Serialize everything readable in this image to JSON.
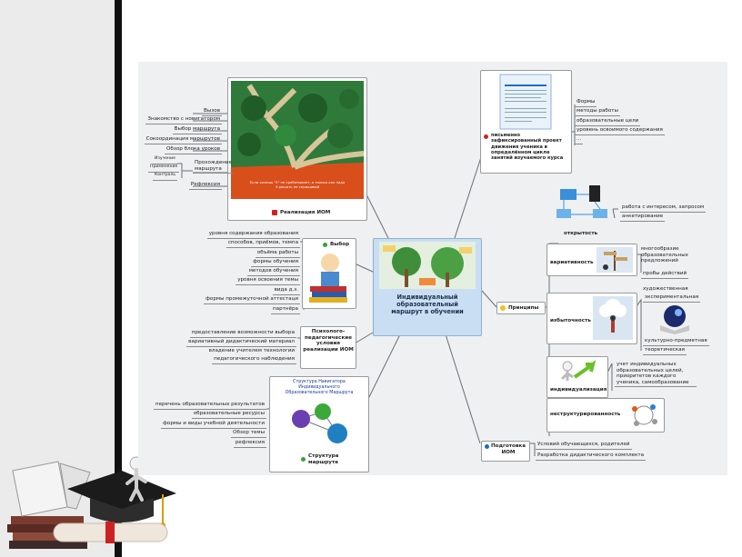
{
  "center": {
    "title": "Индивидуальный образовательный маршрут в обучении"
  },
  "realization": {
    "title": "Реализация ИОМ",
    "items": [
      "Вызов",
      "Знакомство с новигатором",
      "Выбор маршрута",
      "Сокоординация маршрутов",
      "Обзор блока уроков"
    ],
    "prohozhdenie": "Прохождение маршрута",
    "sub": [
      "Изучение",
      "Применение",
      "Контроль"
    ],
    "last": "Рефлексия",
    "slide_text": "Если хочешь \"5\" не срабатывает, а только как надо 3 решать не спрашивай"
  },
  "written": {
    "title": "письменно зафиксированный проект движения ученика в определённом цикле занятий изучаемого курса",
    "items": [
      "Формы",
      "методы работы",
      "образовательные цели",
      "уровень освоимого содержания",
      "..."
    ]
  },
  "choice": {
    "title": "Выбор",
    "items": [
      "уровня содержания образования",
      "способов, приёмов, темпа",
      "объёма работы",
      "формы обучения",
      "методов обучения",
      "уровня освоения темы",
      "вида д.з.",
      "формы промежуточной аттестаци",
      "партнёра"
    ]
  },
  "psych": {
    "title": "Психолого-педагогические условия реализации ИОМ",
    "items": [
      "предоставление возможности выбора",
      "вариативный дидактический материал",
      "владение учителем технологии",
      "педагогического наблюдения"
    ]
  },
  "structure": {
    "title": "Структура маршрута",
    "slide_title": "Структура Навигатора Индивидуального Образовательного Маршрута",
    "items": [
      "перечень образовательных результатов",
      "образовательные ресурсы",
      "формы и виды учебной деятельности",
      "Обзор темы",
      "рефлексия"
    ]
  },
  "principles": {
    "title": "Принципы",
    "otkrytost": {
      "title": "открытость",
      "items": [
        "работа с интересом, запросом",
        "анкетирование"
      ]
    },
    "variativnost": {
      "title": "вариативность",
      "items": [
        "многообразие образовательных предложений",
        "пробы действий"
      ]
    },
    "izbytochnost": {
      "title": "избыточность",
      "items": [
        "художественная",
        "экспериментальная",
        "культурно-предметная",
        "теоретическая"
      ]
    },
    "individualization": {
      "title": "индивидуализация",
      "items": [
        "учет индивидуальных образовательных целей, приоритетов каждого ученика, самообразование"
      ]
    },
    "nestruct": {
      "title": "неструктурированность"
    }
  },
  "prep": {
    "title": "Подготовка ИОМ",
    "items": [
      "Условий обучающихся, родителей",
      "Разработка дидактического комплекта"
    ]
  },
  "colors": {
    "center": "#c9def2",
    "accent": "#1a6fc4",
    "flag": "#d42020"
  }
}
